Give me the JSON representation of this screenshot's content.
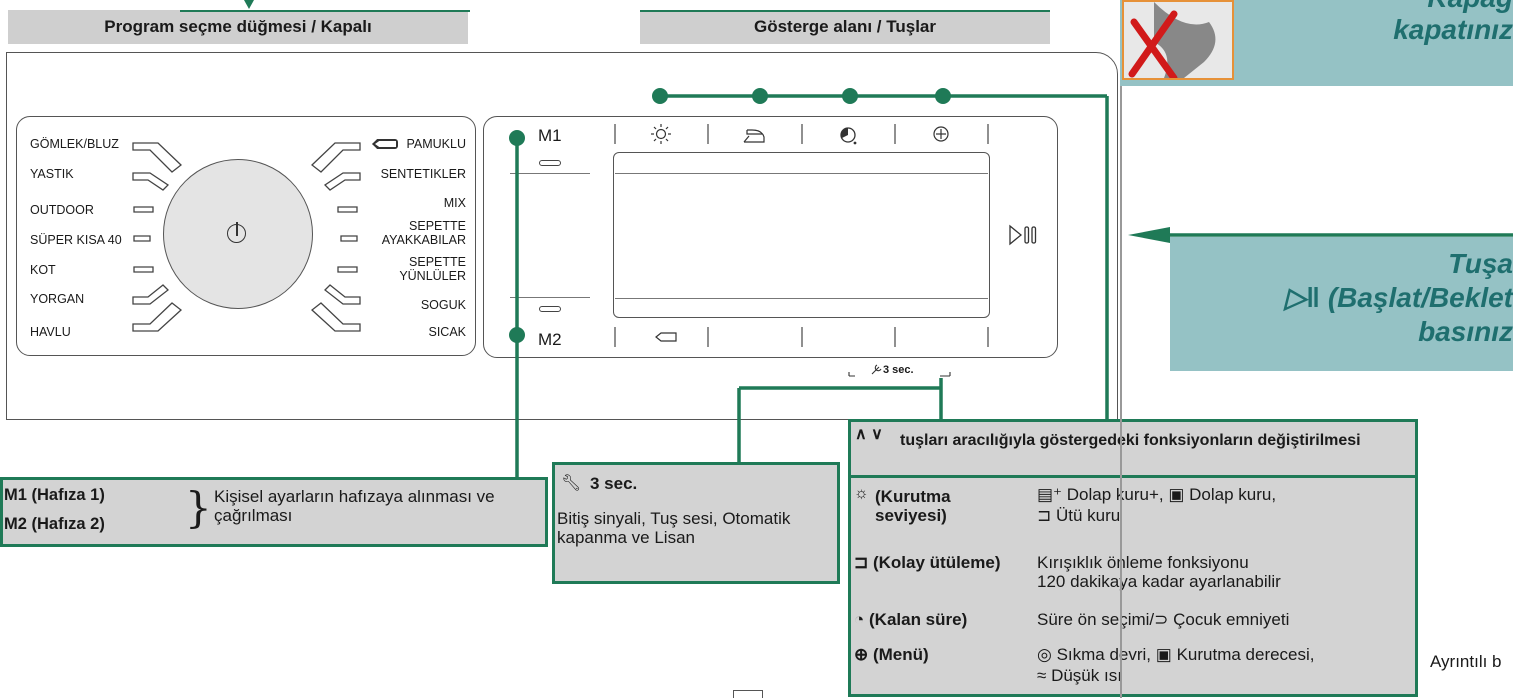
{
  "headers": {
    "program_selector": "Program seçme düğmesi / Kapalı",
    "display_area": "Gösterge alanı / Tuşlar"
  },
  "programs_left": [
    "GÖMLEK/BLUZ",
    "YASTIK",
    "OUTDOOR",
    "SÜPER KISA 40",
    "KOT",
    "YORGAN",
    "HAVLU"
  ],
  "programs_right": [
    "PAMUKLU",
    "SENTETIKLER",
    "MIX",
    "SEPETTE\nAYAKKABILAR",
    "SEPETTE\nYÜNLÜLER",
    "SOGUK",
    "SICAK"
  ],
  "display": {
    "m1_label": "M1",
    "m2_label": "M2",
    "wrench_label": "3 sec."
  },
  "memory_box": {
    "m1": "M1 (Hafıza 1)",
    "m2": "M2 (Hafıza 2)",
    "description": "Kişisel ayarların hafızaya alınması ve çağrılması"
  },
  "sec_box": {
    "title": "3 sec.",
    "description": "Bitiş sinyali, Tuş sesi, Otomatik kapanma ve Lisan"
  },
  "functions_box": {
    "title": "tuşları aracılığıyla göstergedeki fonksiyonların değiştirilmesi",
    "rows": [
      {
        "name": "(Kurutma seviyesi)",
        "line1": "Dolap kuru+,",
        "line1b": "Dolap kuru,",
        "line2": "Ütü kuru"
      },
      {
        "name": "(Kolay ütüleme)",
        "line1": "Kırışıklık önleme fonksiyonu",
        "line2": "120 dakikaya kadar ayarlanabilir"
      },
      {
        "name": "(Kalan süre)",
        "line1": "Süre ön seçimi/",
        "line1b": "Çocuk emniyeti"
      },
      {
        "name": "(Menü)",
        "line1": "Sıkma devri,",
        "line1b": "Kurutma derecesi,",
        "line2": "Düşük ısı"
      }
    ]
  },
  "right_panel": {
    "top_text": "kapatınız",
    "top_text_partial": "Kapağ",
    "press_word": "Tuşa",
    "press_line2": "(Başlat/Beklet",
    "press_line3": "basınız",
    "bottom_text": "Ayrıntılı b"
  },
  "colors": {
    "green": "#1f7a57",
    "teal_bg": "#95c2c5",
    "teal_text": "#1f6f6f",
    "header_bg": "#cfcfcf",
    "box_bg": "#d3d3d3"
  }
}
